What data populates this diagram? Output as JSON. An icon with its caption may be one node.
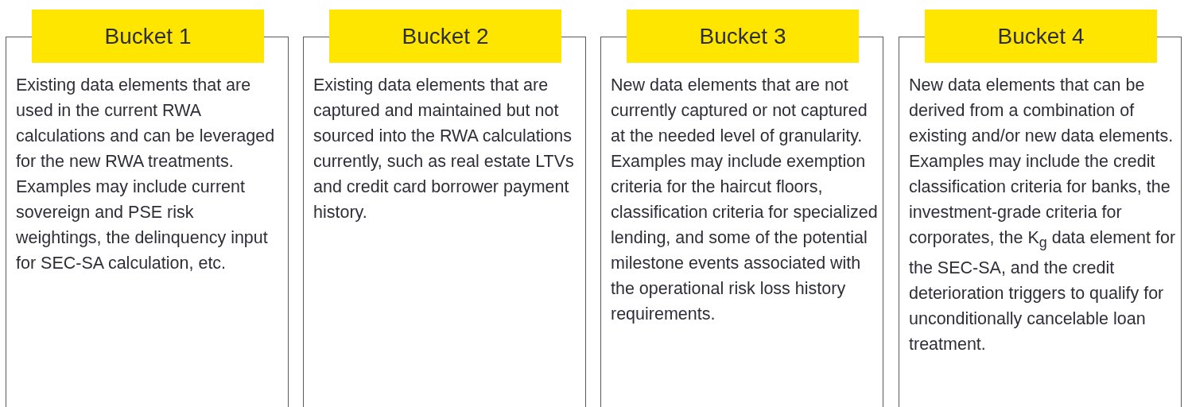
{
  "diagram": {
    "nodes": [
      {
        "text": [
          "Bucket 1",
          "Existing data elements that are used in the current RWA calculations and can be leveraged for the new RWA treatments. Examples may include current sovereign and PSE risk weightings, the delinquency input for SEC-SA calculation, etc."
        ]
      },
      {
        "text": [
          "Bucket 2",
          "Existing data elements that are captured and maintained but not sourced into the RWA calculations currently, such as real estate LTVs and credit card borrower payment history."
        ]
      },
      {
        "text": [
          "Bucket 3",
          "New data elements that are not currently captured or not captured at the needed level of granularity. Examples may include exemption criteria for the haircut floors, classification criteria for specialized lending, and some of the potential milestone events associated with the operational risk loss history requirements."
        ]
      },
      {
        "text": [
          "Bucket 4",
          "New data elements that can be derived from a combination of existing and/or new data elements. Examples may include the credit classification criteria for banks, the investment-grade criteria for corporates, the K$_{g}$ data element for the SEC-SA, and the credit deterioration triggers to qualify for unconditionally cancelable loan treatment."
        ]
      }
    ]
  }
}
